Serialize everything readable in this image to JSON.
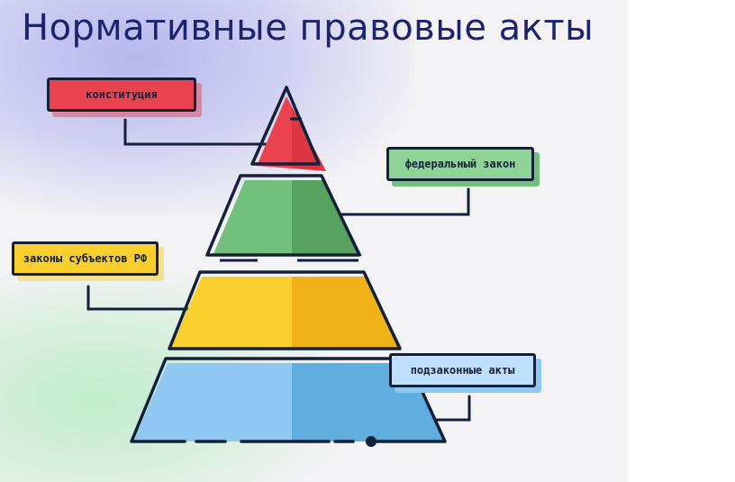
{
  "title": "Нормативные правовые акты",
  "levels": [
    {
      "label": "конституция",
      "color": "#e8434f"
    },
    {
      "label": "федеральный закон",
      "color": "#72c07c"
    },
    {
      "label": "законы субъектов РФ",
      "color": "#f8cf2c"
    },
    {
      "label": "подзаконные акты",
      "color": "#8ec8f3"
    }
  ]
}
